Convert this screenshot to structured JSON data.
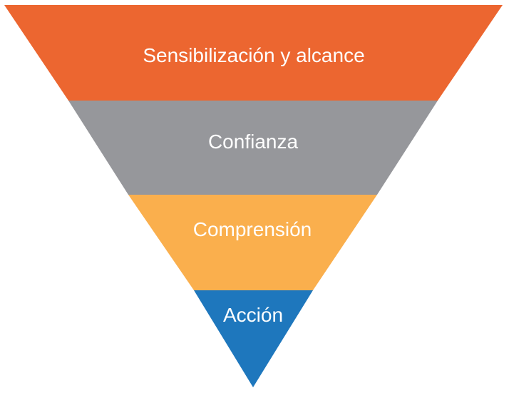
{
  "funnel": {
    "stages": [
      {
        "label": "Sensibilización y alcance",
        "color": "#EC6630"
      },
      {
        "label": "Confianza",
        "color": "#96979B"
      },
      {
        "label": "Comprensión",
        "color": "#FAAF4D"
      },
      {
        "label": "Acción",
        "color": "#1E77BD"
      }
    ]
  }
}
